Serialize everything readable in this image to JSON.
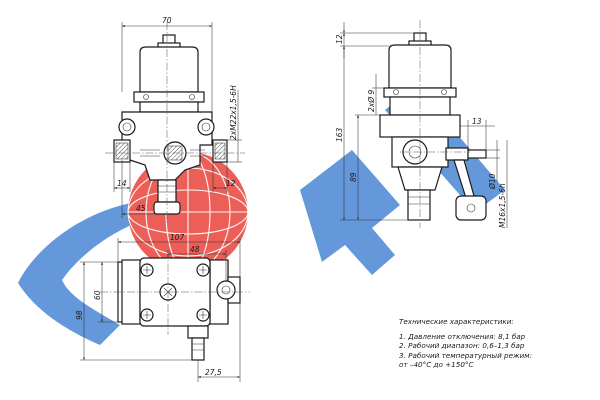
{
  "watermark": {
    "text": "SORL",
    "colors": {
      "letters": "#4a86d4",
      "globe": "#e8433a"
    }
  },
  "dimensions": {
    "front_width": "70",
    "front_thread": "2хM22x1,5-6H",
    "front_left_offset": "14",
    "front_right_offset": "12",
    "front_bottom": "45",
    "side_top": "12",
    "side_holes": "2хØ 9",
    "side_height_total": "163",
    "side_height_lower": "89",
    "side_right": "13",
    "side_diameter": "Ø10",
    "side_thread": "M16x1,5-6h",
    "top_width": "107",
    "top_width_inner": "48",
    "top_height": "98",
    "top_height_inner": "60",
    "top_offset": "27,5"
  },
  "specs": {
    "title": "Технические характеристики:",
    "items": [
      "1. Давление отключения: 8,1 бар",
      "2. Рабочий диапазон: 0,6–1,3 бар",
      "3. Рабочий температурный режим:",
      "от –40°С до +150°С"
    ]
  }
}
